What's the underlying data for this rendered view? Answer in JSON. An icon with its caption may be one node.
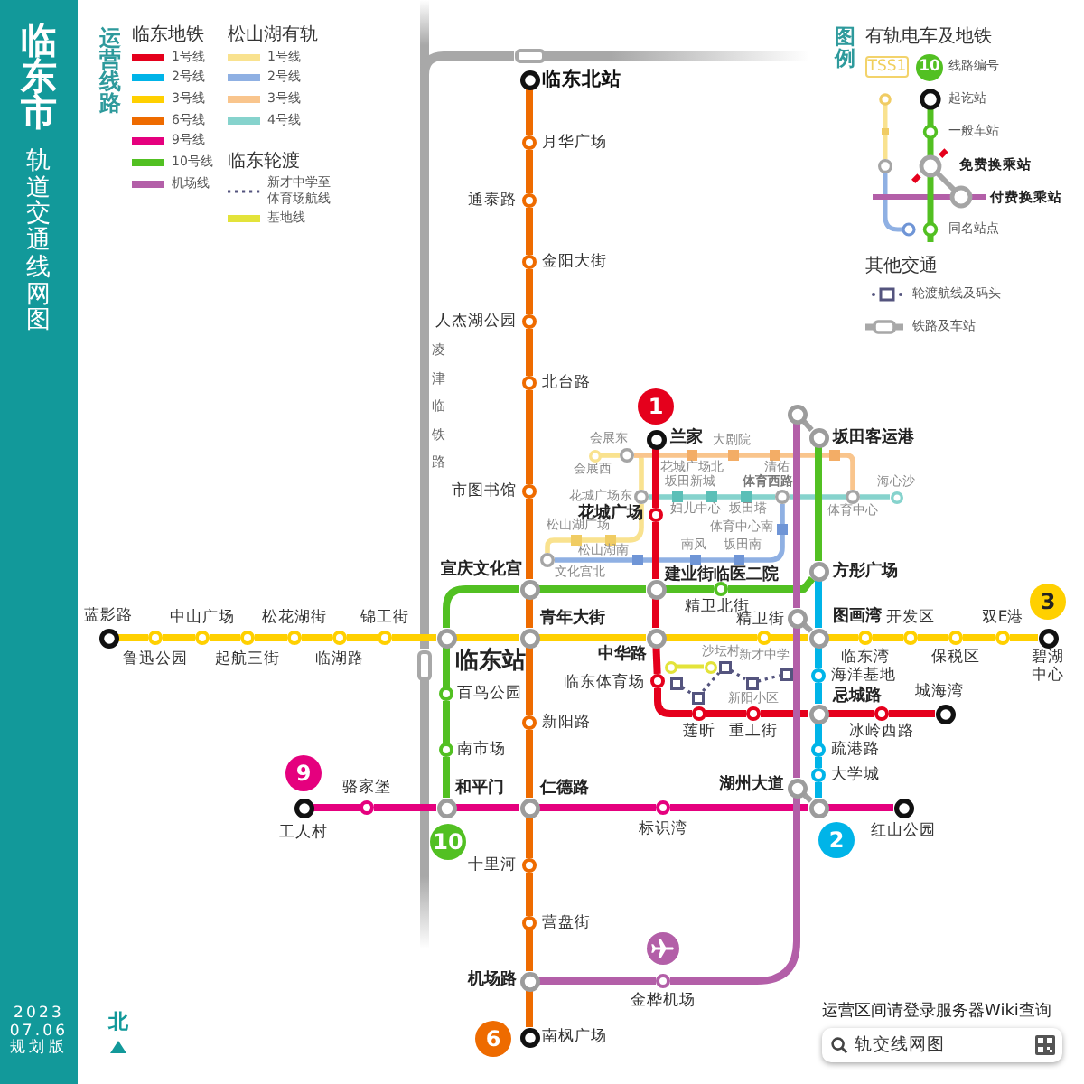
{
  "diagram": {
    "title": "临东市",
    "nodes": [
      {
        "text": [
          "临东北站"
        ]
      },
      {
        "text": [
          "月华广场"
        ]
      },
      {
        "text": [
          "通泰路"
        ]
      },
      {
        "text": [
          "金阳大街"
        ]
      },
      {
        "text": [
          "人杰湖公园"
        ]
      },
      {
        "text": [
          "北台路"
        ]
      },
      {
        "text": [
          "市图书馆"
        ]
      },
      {
        "text": [
          "宣庆文化宫"
        ]
      },
      {
        "text": [
          "青年大街"
        ]
      },
      {
        "text": [
          "新阳路"
        ]
      },
      {
        "text": [
          "仁德路"
        ]
      },
      {
        "text": [
          "十里河"
        ]
      },
      {
        "text": [
          "营盘街"
        ]
      },
      {
        "text": [
          "机场路"
        ]
      },
      {
        "text": [
          "南枫广场"
        ]
      },
      {
        "text": [
          "蓝影路"
        ]
      },
      {
        "text": [
          "鲁迅公园"
        ]
      },
      {
        "text": [
          "中山广场"
        ]
      },
      {
        "text": [
          "起航三街"
        ]
      },
      {
        "text": [
          "松花湖街"
        ]
      },
      {
        "text": [
          "临湖路"
        ]
      },
      {
        "text": [
          "锦工街"
        ]
      },
      {
        "text": [
          "临东站"
        ]
      },
      {
        "text": [
          "中华路"
        ]
      },
      {
        "text": [
          "精卫街"
        ]
      },
      {
        "text": [
          "图画湾"
        ]
      },
      {
        "text": [
          "临东湾"
        ]
      },
      {
        "text": [
          "开发区"
        ]
      },
      {
        "text": [
          "保税区"
        ]
      },
      {
        "text": [
          "双E港"
        ]
      },
      {
        "text": [
          "碧湖中心"
        ]
      },
      {
        "text": [
          "坂田客运港"
        ]
      },
      {
        "text": [
          "方彤广场"
        ]
      },
      {
        "text": [
          "精卫北街"
        ]
      },
      {
        "text": [
          "建业街临医二院"
        ]
      },
      {
        "text": [
          "百鸟公园"
        ]
      },
      {
        "text": [
          "南市场"
        ]
      },
      {
        "text": [
          "和平门"
        ]
      },
      {
        "text": [
          "兰家"
        ]
      },
      {
        "text": [
          "花城广场"
        ]
      },
      {
        "text": [
          "临东体育场"
        ]
      },
      {
        "text": [
          "莲昕"
        ]
      },
      {
        "text": [
          "重工街"
        ]
      },
      {
        "text": [
          "忌城路"
        ]
      },
      {
        "text": [
          "冰岭西路"
        ]
      },
      {
        "text": [
          "城海湾"
        ]
      },
      {
        "text": [
          "海洋基地"
        ]
      },
      {
        "text": [
          "疏港路"
        ]
      },
      {
        "text": [
          "大学城"
        ]
      },
      {
        "text": [],
        "shape": "circle"
      },
      {
        "text": [
          "工人村"
        ]
      },
      {
        "text": [
          "骆家堡"
        ]
      },
      {
        "text": [
          "标识湾"
        ]
      },
      {
        "text": [
          "红山公园"
        ]
      },
      {
        "text": [],
        "shape": "circle"
      },
      {
        "text": [],
        "shape": "circle"
      },
      {
        "text": [
          "湖州大道"
        ]
      },
      {
        "text": [
          "金桦机场"
        ]
      },
      {
        "text": [
          "会展西"
        ]
      },
      {
        "text": [
          "会展东"
        ]
      },
      {
        "text": [
          "花城广场东"
        ]
      },
      {
        "text": [
          "松山湖南"
        ]
      },
      {
        "text": [
          "松山湖广场"
        ]
      },
      {
        "text": [
          "文化宫北"
        ]
      },
      {
        "text": [
          "花城广场北"
        ]
      },
      {
        "text": [
          "大剧院"
        ]
      },
      {
        "text": [
          "清佑"
        ]
      },
      {
        "text": [],
        "shape": "box"
      },
      {
        "text": [
          "妇儿中心"
        ]
      },
      {
        "text": [
          "坂田新城"
        ]
      },
      {
        "text": [
          "坂田塔"
        ]
      },
      {
        "text": [
          "体育西路"
        ]
      },
      {
        "text": [
          "体育中心"
        ]
      },
      {
        "text": [
          "海心沙"
        ]
      },
      {
        "text": [
          "体育中心南"
        ]
      },
      {
        "text": [
          "坂田南"
        ]
      },
      {
        "text": [
          "南风"
        ]
      },
      {
        "text": [],
        "shape": "box"
      },
      {
        "text": [],
        "shape": "box"
      },
      {
        "text": [],
        "shape": "box"
      },
      {
        "text": [
          "沙坛村"
        ]
      },
      {
        "text": [
          "新阳小区"
        ]
      },
      {
        "text": [
          "新才中学"
        ]
      },
      {
        "text": [],
        "shape": "circle"
      },
      {
        "text": [],
        "shape": "circle"
      },
      {
        "text": [],
        "shape": "box"
      },
      {
        "text": [],
        "shape": "box"
      },
      {
        "text": [
          "1"
        ]
      },
      {
        "text": [
          "3"
        ]
      },
      {
        "text": [
          "6"
        ]
      },
      {
        "text": [
          "9"
        ]
      },
      {
        "text": [
          "10"
        ]
      },
      {
        "text": [
          "2"
        ]
      }
    ],
    "edges": [
      {
        "from": 0,
        "to": 1,
        "arrow": "none",
        "color": "#ee6b00"
      },
      {
        "from": 1,
        "to": 2,
        "arrow": "none",
        "color": "#ee6b00"
      },
      {
        "from": 2,
        "to": 3,
        "arrow": "none",
        "color": "#ee6b00"
      },
      {
        "from": 3,
        "to": 4,
        "arrow": "none",
        "color": "#ee6b00"
      },
      {
        "from": 4,
        "to": 5,
        "arrow": "none",
        "color": "#ee6b00"
      },
      {
        "from": 5,
        "to": 6,
        "arrow": "none",
        "color": "#ee6b00"
      },
      {
        "from": 6,
        "to": 7,
        "arrow": "none",
        "color": "#ee6b00"
      },
      {
        "from": 7,
        "to": 8,
        "arrow": "none",
        "color": "#ee6b00"
      },
      {
        "from": 8,
        "to": 9,
        "arrow": "none",
        "color": "#ee6b00"
      },
      {
        "from": 9,
        "to": 10,
        "arrow": "none",
        "color": "#ee6b00"
      },
      {
        "from": 10,
        "to": 11,
        "arrow": "none",
        "color": "#ee6b00"
      },
      {
        "from": 11,
        "to": 12,
        "arrow": "none",
        "color": "#ee6b00"
      },
      {
        "from": 12,
        "to": 13,
        "arrow": "none",
        "color": "#ee6b00"
      },
      {
        "from": 13,
        "to": 14,
        "arrow": "none",
        "color": "#ee6b00"
      },
      {
        "from": 15,
        "to": 16,
        "arrow": "none",
        "color": "#ffd000"
      },
      {
        "from": 16,
        "to": 17,
        "arrow": "none",
        "color": "#ffd000"
      },
      {
        "from": 17,
        "to": 18,
        "arrow": "none",
        "color": "#ffd000"
      },
      {
        "from": 18,
        "to": 19,
        "arrow": "none",
        "color": "#ffd000"
      },
      {
        "from": 19,
        "to": 20,
        "arrow": "none",
        "color": "#ffd000"
      },
      {
        "from": 20,
        "to": 21,
        "arrow": "none",
        "color": "#ffd000"
      },
      {
        "from": 21,
        "to": 22,
        "arrow": "none",
        "color": "#ffd000"
      },
      {
        "from": 22,
        "to": 8,
        "arrow": "none",
        "color": "#ffd000"
      },
      {
        "from": 8,
        "to": 23,
        "arrow": "none",
        "color": "#ffd000"
      },
      {
        "from": 23,
        "to": 24,
        "arrow": "none",
        "color": "#ffd000"
      },
      {
        "from": 24,
        "to": 25,
        "arrow": "none",
        "color": "#ffd000"
      },
      {
        "from": 25,
        "to": 26,
        "arrow": "none",
        "color": "#ffd000"
      },
      {
        "from": 26,
        "to": 27,
        "arrow": "none",
        "color": "#ffd000"
      },
      {
        "from": 27,
        "to": 28,
        "arrow": "none",
        "color": "#ffd000"
      },
      {
        "from": 28,
        "to": 29,
        "arrow": "none",
        "color": "#ffd000"
      },
      {
        "from": 29,
        "to": 30,
        "arrow": "none",
        "color": "#ffd000"
      },
      {
        "from": 31,
        "to": 32,
        "arrow": "none",
        "color": "#52c022"
      },
      {
        "from": 32,
        "to": 33,
        "arrow": "none",
        "color": "#52c022"
      },
      {
        "from": 33,
        "to": 34,
        "arrow": "none",
        "color": "#52c022"
      },
      {
        "from": 34,
        "to": 7,
        "arrow": "none",
        "color": "#52c022"
      },
      {
        "from": 7,
        "to": 22,
        "arrow": "none",
        "color": "#52c022"
      },
      {
        "from": 22,
        "to": 35,
        "arrow": "none",
        "color": "#52c022"
      },
      {
        "from": 35,
        "to": 36,
        "arrow": "none",
        "color": "#52c022"
      },
      {
        "from": 36,
        "to": 37,
        "arrow": "none",
        "color": "#52c022"
      },
      {
        "from": 38,
        "to": 39,
        "arrow": "none",
        "color": "#e5001c"
      },
      {
        "from": 39,
        "to": 34,
        "arrow": "none",
        "color": "#e5001c"
      },
      {
        "from": 34,
        "to": 23,
        "arrow": "none",
        "color": "#e5001c"
      },
      {
        "from": 23,
        "to": 40,
        "arrow": "none",
        "color": "#e5001c"
      },
      {
        "from": 40,
        "to": 41,
        "arrow": "none",
        "color": "#e5001c"
      },
      {
        "from": 41,
        "to": 42,
        "arrow": "none",
        "color": "#e5001c"
      },
      {
        "from": 42,
        "to": 43,
        "arrow": "none",
        "color": "#e5001c"
      },
      {
        "from": 43,
        "to": 44,
        "arrow": "none",
        "color": "#e5001c"
      },
      {
        "from": 44,
        "to": 45,
        "arrow": "none",
        "color": "#e5001c"
      },
      {
        "from": 32,
        "to": 25,
        "arrow": "none",
        "color": "#00b4e8"
      },
      {
        "from": 25,
        "to": 46,
        "arrow": "none",
        "color": "#00b4e8"
      },
      {
        "from": 46,
        "to": 43,
        "arrow": "none",
        "color": "#00b4e8"
      },
      {
        "from": 43,
        "to": 47,
        "arrow": "none",
        "color": "#00b4e8"
      },
      {
        "from": 47,
        "to": 48,
        "arrow": "none",
        "color": "#00b4e8"
      },
      {
        "from": 48,
        "to": 49,
        "arrow": "none",
        "color": "#00b4e8"
      },
      {
        "from": 50,
        "to": 51,
        "arrow": "none",
        "color": "#e5007e"
      },
      {
        "from": 51,
        "to": 37,
        "arrow": "none",
        "color": "#e5007e"
      },
      {
        "from": 37,
        "to": 10,
        "arrow": "none",
        "color": "#e5007e"
      },
      {
        "from": 10,
        "to": 52,
        "arrow": "none",
        "color": "#e5007e"
      },
      {
        "from": 52,
        "to": 49,
        "arrow": "none",
        "color": "#e5007e"
      },
      {
        "from": 49,
        "to": 53,
        "arrow": "none",
        "color": "#e5007e"
      },
      {
        "from": 54,
        "to": 55,
        "arrow": "none",
        "color": "#b35fa8"
      },
      {
        "from": 55,
        "to": 56,
        "arrow": "none",
        "color": "#b35fa8"
      },
      {
        "from": 56,
        "to": 57,
        "arrow": "none",
        "color": "#b35fa8"
      },
      {
        "from": 57,
        "to": 13,
        "arrow": "none",
        "color": "#b35fa8"
      },
      {
        "from": 54,
        "to": 31,
        "arrow": "none",
        "color": "#a0a0a0"
      },
      {
        "from": 55,
        "to": 25,
        "arrow": "none",
        "color": "#a0a0a0"
      },
      {
        "from": 56,
        "to": 49,
        "arrow": "none",
        "color": "#a0a0a0"
      },
      {
        "from": 58,
        "to": 59,
        "arrow": "none",
        "color": "#f9e28f"
      },
      {
        "from": 59,
        "to": 60,
        "arrow": "none",
        "color": "#f9e28f"
      },
      {
        "from": 60,
        "to": 61,
        "arrow": "none",
        "color": "#f9e28f"
      },
      {
        "from": 61,
        "to": 62,
        "arrow": "none",
        "color": "#f9e28f"
      },
      {
        "from": 62,
        "to": 63,
        "arrow": "none",
        "color": "#f9e28f"
      },
      {
        "from": 59,
        "to": 64,
        "arrow": "none",
        "color": "#f9c58d"
      },
      {
        "from": 64,
        "to": 65,
        "arrow": "none",
        "color": "#f9c58d"
      },
      {
        "from": 65,
        "to": 66,
        "arrow": "none",
        "color": "#f9c58d"
      },
      {
        "from": 66,
        "to": 67,
        "arrow": "none",
        "color": "#f9c58d"
      },
      {
        "from": 67,
        "to": 72,
        "arrow": "none",
        "color": "#f9c58d"
      },
      {
        "from": 60,
        "to": 68,
        "arrow": "none",
        "color": "#86d3cd"
      },
      {
        "from": 68,
        "to": 69,
        "arrow": "none",
        "color": "#86d3cd"
      },
      {
        "from": 69,
        "to": 70,
        "arrow": "none",
        "color": "#86d3cd"
      },
      {
        "from": 70,
        "to": 71,
        "arrow": "none",
        "color": "#86d3cd"
      },
      {
        "from": 71,
        "to": 72,
        "arrow": "none",
        "color": "#86d3cd"
      },
      {
        "from": 72,
        "to": 73,
        "arrow": "none",
        "color": "#86d3cd"
      },
      {
        "from": 71,
        "to": 74,
        "arrow": "none",
        "color": "#8fb0e3"
      },
      {
        "from": 74,
        "to": 75,
        "arrow": "none",
        "color": "#8fb0e3"
      },
      {
        "from": 75,
        "to": 76,
        "arrow": "none",
        "color": "#8fb0e3"
      },
      {
        "from": 76,
        "to": 77,
        "arrow": "none",
        "color": "#8fb0e3"
      },
      {
        "from": 77,
        "to": 63,
        "arrow": "none",
        "color": "#8fb0e3"
      },
      {
        "from": 78,
        "to": 79,
        "arrow": "none",
        "style": "dashed",
        "color": "#54547e"
      },
      {
        "from": 79,
        "to": 80,
        "arrow": "none",
        "style": "dashed",
        "color": "#54547e"
      },
      {
        "from": 80,
        "to": 81,
        "arrow": "none",
        "style": "dashed",
        "color": "#54547e"
      },
      {
        "from": 81,
        "to": 82,
        "arrow": "none",
        "style": "dashed",
        "color": "#54547e"
      },
      {
        "from": 83,
        "to": 84,
        "arrow": "none",
        "color": "#e3e33a"
      },
      {
        "from": null,
        "to": 86,
        "arrow": "none",
        "color": "#a8a8a8"
      },
      {
        "from": 86,
        "to": null,
        "arrow": "none",
        "color": "#a8a8a8"
      },
      {
        "from": null,
        "to": 85,
        "arrow": "none",
        "color": "#a8a8a8"
      },
      {
        "from": 85,
        "to": null,
        "arrow": "none",
        "color": "#a8a8a8"
      }
    ],
    "labels": [
      "轨道交通线网图",
      "2023 07.06 规划版",
      "北",
      "运营线路",
      "临东地铁",
      "松山湖有轨",
      "临东轮渡",
      "图例",
      "有轨电车及地铁",
      "TSS1",
      "10",
      "其他交通",
      "凌津临铁路",
      "运营区间请登录服务器Wiki查询",
      "轨交线网图"
    ],
    "legend": [
      {
        "text": "1号线",
        "color": "#e5001c"
      },
      {
        "text": "2号线",
        "color": "#00b4e8"
      },
      {
        "text": "3号线",
        "color": "#ffd000"
      },
      {
        "text": "6号线",
        "color": "#ee6b00"
      },
      {
        "text": "9号线",
        "color": "#e5007e"
      },
      {
        "text": "10号线",
        "color": "#52c022"
      },
      {
        "text": "机场线",
        "color": "#b35fa8"
      },
      {
        "text": "1号线",
        "color": "#f9e28f"
      },
      {
        "text": "2号线",
        "color": "#8fb0e3"
      },
      {
        "text": "3号线",
        "color": "#f9c58d"
      },
      {
        "text": "4号线",
        "color": "#86d3cd"
      },
      {
        "text": "新才中学至体育场航线"
      },
      {
        "text": "基地线",
        "color": "#e3e33a"
      },
      {
        "text": "线路编号"
      },
      {
        "text": "起讫站"
      },
      {
        "text": "一般车站"
      },
      {
        "text": "免费换乘站"
      },
      {
        "text": "付费换乘站"
      },
      {
        "text": "同名站点"
      },
      {
        "text": "轮渡航线及码头"
      },
      {
        "text": "铁路及车站"
      }
    ]
  }
}
